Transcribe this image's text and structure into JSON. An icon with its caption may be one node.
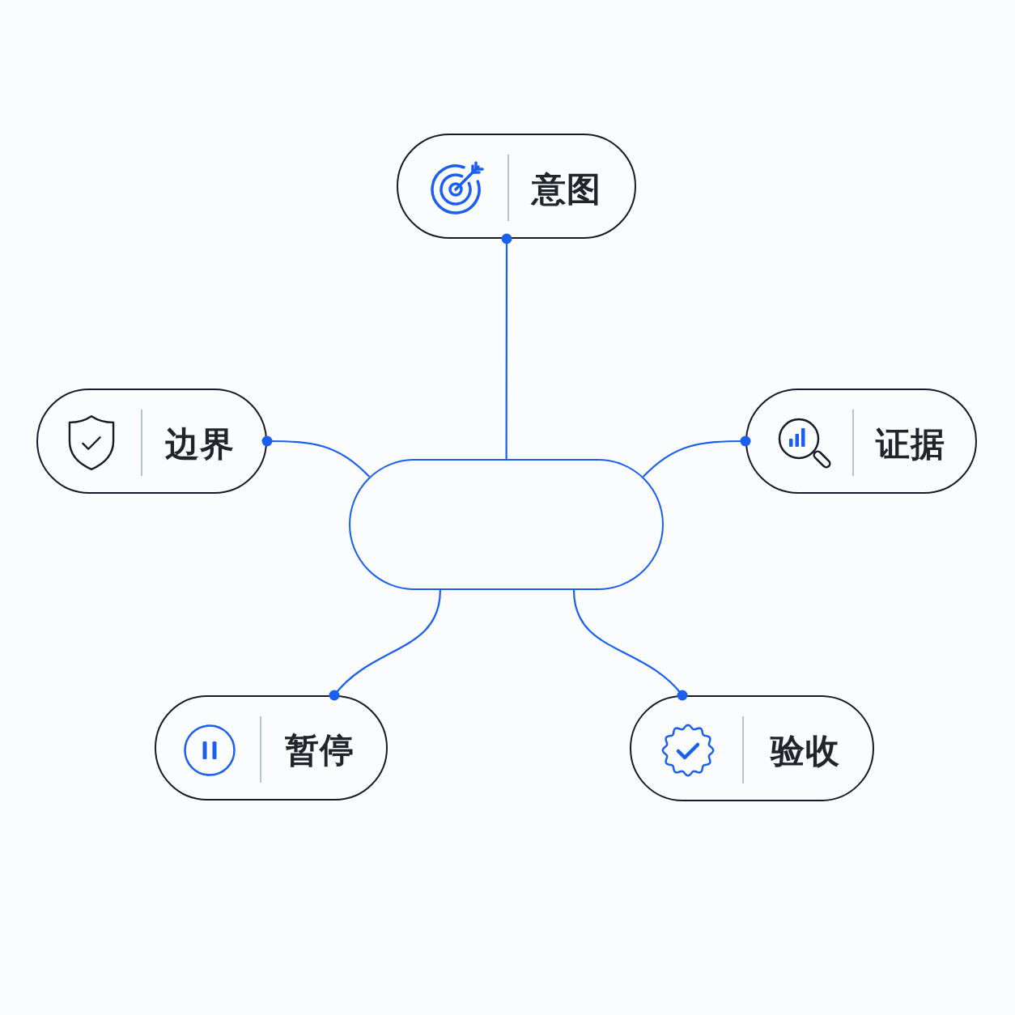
{
  "diagram": {
    "nodes": [
      {
        "text": [
          "意图"
        ]
      },
      {
        "text": [
          "边界"
        ]
      },
      {
        "text": [],
        "shape": "box"
      },
      {
        "text": [
          "证据"
        ]
      },
      {
        "text": [
          "暂停"
        ]
      },
      {
        "text": [
          "验收"
        ]
      }
    ],
    "edges": [
      {
        "from": 2,
        "to": 0,
        "arrow": "other"
      },
      {
        "from": 2,
        "to": 1,
        "arrow": "other"
      },
      {
        "from": 2,
        "to": 3,
        "arrow": "other"
      },
      {
        "from": 2,
        "to": 4,
        "arrow": "other"
      },
      {
        "from": 2,
        "to": 5,
        "arrow": "other"
      }
    ]
  }
}
